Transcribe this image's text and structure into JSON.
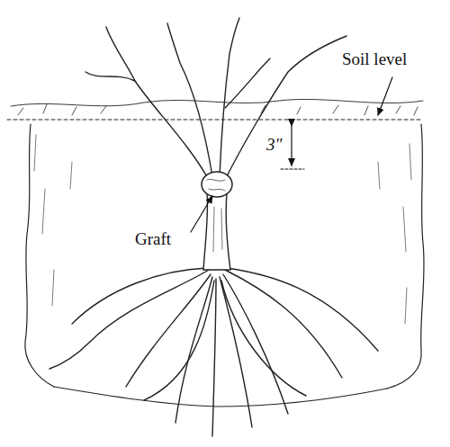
{
  "diagram": {
    "labels": [
      "Soil level",
      "3″",
      "Graft"
    ]
  }
}
